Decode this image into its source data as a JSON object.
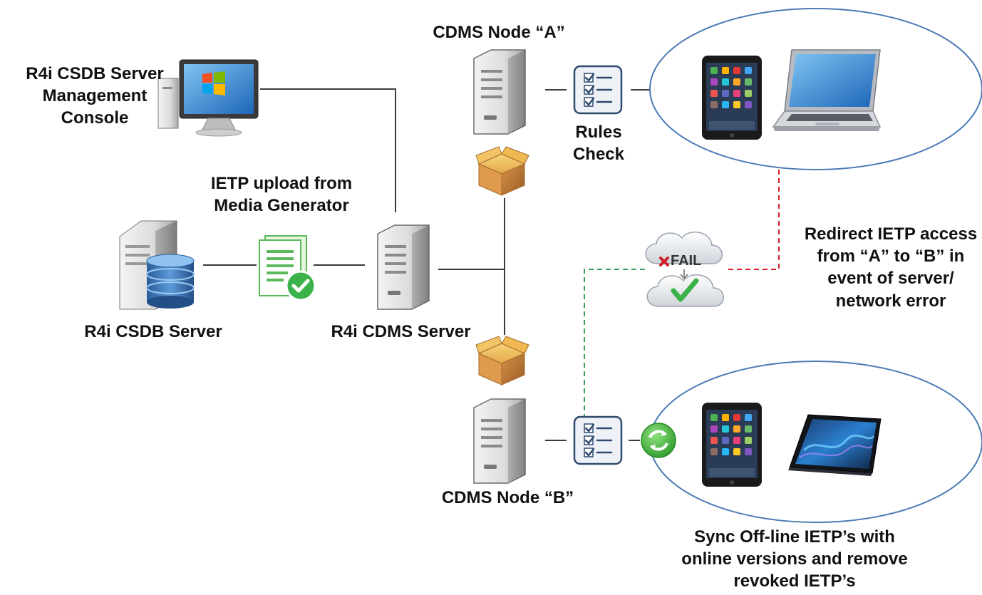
{
  "labels": {
    "console": [
      "R4i CSDB Server",
      "Management",
      "Console"
    ],
    "node_a": "CDMS Node “A”",
    "rules_check": [
      "Rules",
      "Check"
    ],
    "ietp_upload": [
      "IETP upload from",
      "Media Generator"
    ],
    "csdb_server": "R4i CSDB Server",
    "cdms_server": "R4i CDMS Server",
    "redirect": [
      "Redirect IETP access",
      "from “A” to “B” in",
      "event of server/",
      "network error"
    ],
    "node_b": "CDMS Node “B”",
    "sync": [
      "Sync Off-line IETP’s with",
      "online versions and remove",
      "revoked IETP’s"
    ],
    "fail_text": "FAIL"
  },
  "icons": {
    "monitor": "desktop-monitor-icon",
    "db_server": "database-server-icon",
    "document": "document-check-icon",
    "server": "server-tower-icon",
    "package": "package-box-icon",
    "checklist": "checklist-icon",
    "fail_cloud": "fail-cloud-icon",
    "sync": "sync-arrows-icon",
    "tablet": "tablet-icon",
    "laptop": "laptop-icon"
  },
  "colors": {
    "line": "#3a3a3a",
    "cloud_border": "#4a7ab5",
    "red_dash": "#d0202a",
    "green_dash": "#3aa05a",
    "check_green": "#3cb34a",
    "box_orange": "#c8813a"
  }
}
